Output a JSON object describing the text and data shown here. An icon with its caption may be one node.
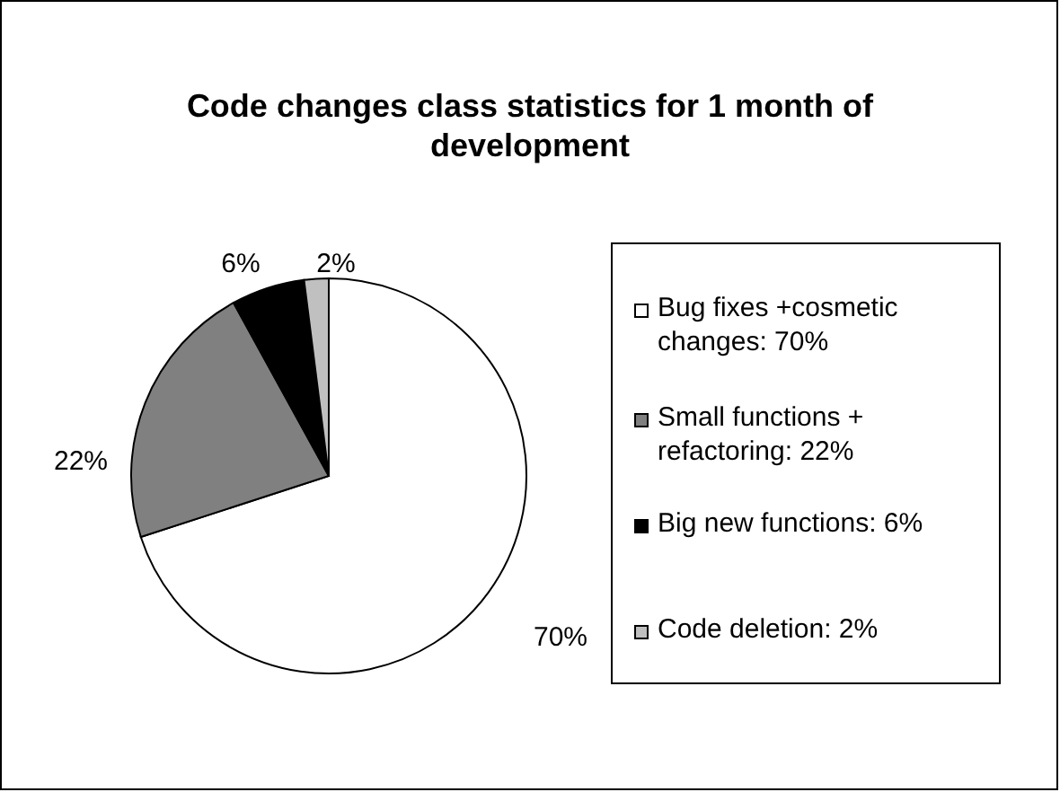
{
  "diagram": {
    "title": "Code changes class statistics for 1 month of development",
    "legend": [
      {
        "text": "Bug fixes +cosmetic changes: 70%",
        "color": "#ffffff"
      },
      {
        "text": "Small functions + refactoring: 22%",
        "color": "#808080"
      },
      {
        "text": "Big new functions: 6%",
        "color": "#000000"
      },
      {
        "text": "Code deletion: 2%",
        "color": "#c0c0c0"
      }
    ],
    "chart_data": {
      "type": "pie",
      "values": [
        70,
        22,
        6,
        2
      ],
      "value_labels": [
        "70%",
        "22%",
        "6%",
        "2%"
      ]
    }
  }
}
